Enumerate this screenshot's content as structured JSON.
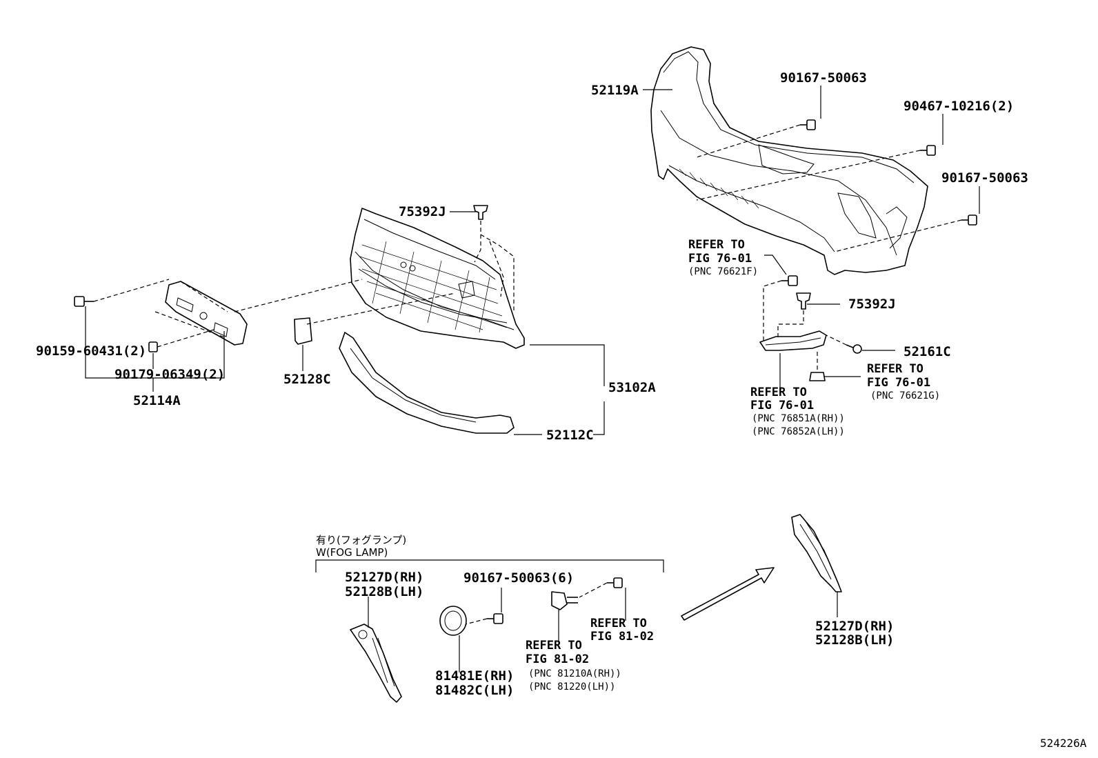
{
  "diagram_id": "524226A",
  "labels": {
    "p52119A": "52119A",
    "p90167_top": "90167-50063",
    "p90467": "90467-10216(2)",
    "p90167_right": "90167-50063",
    "p75392J_left": "75392J",
    "p75392J_right": "75392J",
    "p90159": "90159-60431(2)",
    "p90179": "90179-06349(2)",
    "p52114A": "52114A",
    "p52128C": "52128C",
    "p53102A": "53102A",
    "p52112C": "52112C",
    "p52161C": "52161C",
    "ref1": [
      "REFER TO",
      "FIG 76-01",
      "(PNC 76621F)"
    ],
    "ref2": [
      "REFER TO",
      "FIG 76-01",
      "(PNC 76621G)"
    ],
    "ref3": [
      "REFER TO",
      "FIG 76-01",
      "(PNC 76851A(RH))",
      "(PNC 76852A(LH))"
    ],
    "fog_group_jp": "有り(フォグランプ)",
    "fog_group_en": "W(FOG LAMP)",
    "fog_52127D": "52127D(RH)",
    "fog_52128B": "52128B(LH)",
    "fog_90167": "90167-50063(6)",
    "fog_81481E": "81481E(RH)",
    "fog_81482C": "81482C(LH)",
    "ref4": [
      "REFER TO",
      "FIG 81-02"
    ],
    "ref5": [
      "REFER TO",
      "FIG 81-02",
      "(PNC 81210A(RH))",
      "(PNC 81220(LH))"
    ],
    "detail_52127D": "52127D(RH)",
    "detail_52128B": "52128B(LH)"
  }
}
